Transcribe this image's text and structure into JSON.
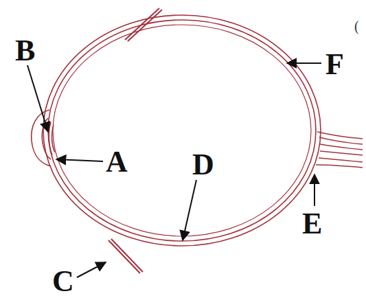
{
  "diagram": {
    "labels": [
      "(",
      "B",
      "F",
      "A",
      "D",
      "E",
      "C"
    ]
  }
}
